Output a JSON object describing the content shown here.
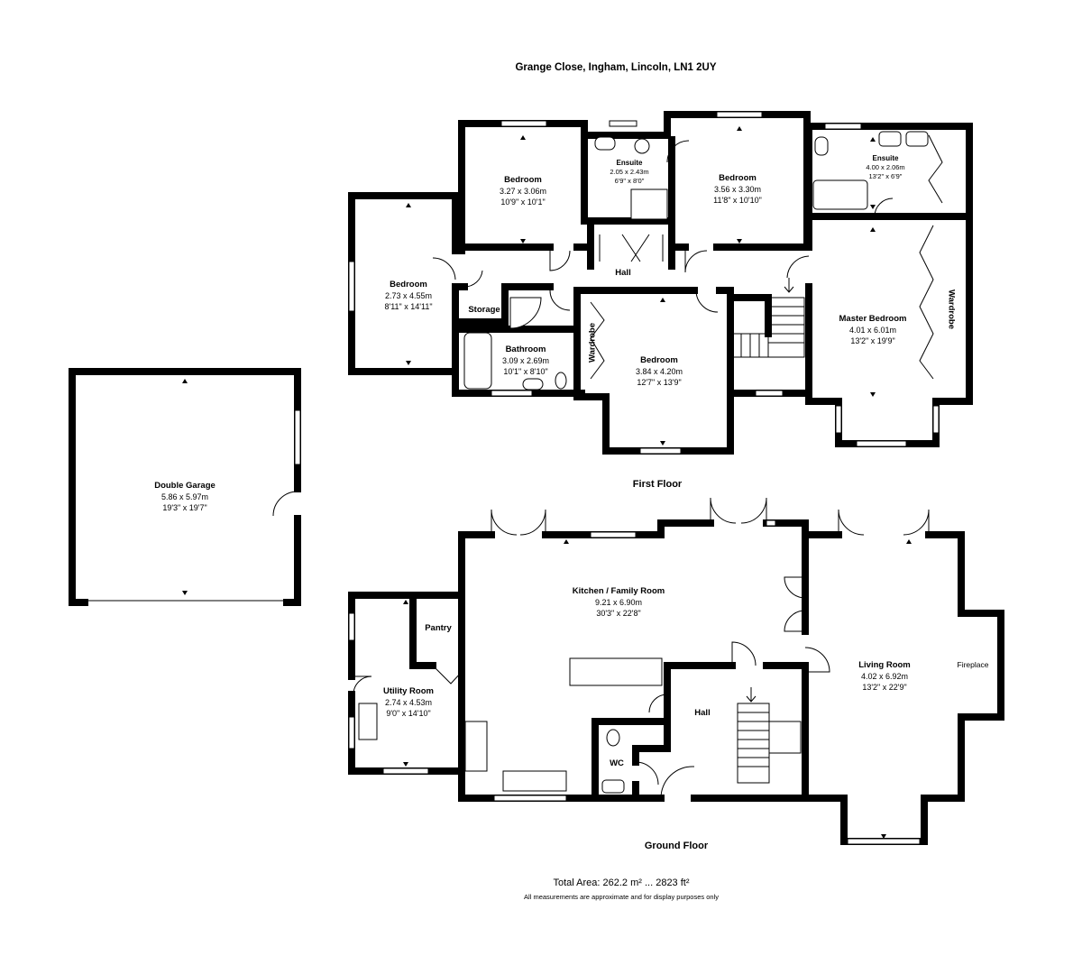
{
  "address": "Grange Close, Ingham, Lincoln, LN1 2UY",
  "floor_labels": {
    "first": "First Floor",
    "ground": "Ground Floor"
  },
  "rooms": {
    "bedroom_left": {
      "name": "Bedroom",
      "metric": "2.73 x 4.55m",
      "imperial": "8'11\" x 14'11\""
    },
    "bedroom_top": {
      "name": "Bedroom",
      "metric": "3.27 x 3.06m",
      "imperial": "10'9\" x 10'1\""
    },
    "ensuite_small": {
      "name": "Ensuite",
      "metric": "2.05 x 2.43m",
      "imperial": "6'9\" x 8'0\""
    },
    "bedroom_mid": {
      "name": "Bedroom",
      "metric": "3.56 x 3.30m",
      "imperial": "11'8\" x 10'10\""
    },
    "ensuite_master": {
      "name": "Ensuite",
      "metric": "4.00 x 2.06m",
      "imperial": "13'2\" x 6'9\""
    },
    "hall_first": {
      "name": "Hall"
    },
    "storage": {
      "name": "Storage"
    },
    "bathroom": {
      "name": "Bathroom",
      "metric": "3.09 x 2.69m",
      "imperial": "10'1\" x 8'10\""
    },
    "wardrobe_bed": {
      "name": "Wardrobe"
    },
    "bedroom_lower": {
      "name": "Bedroom",
      "metric": "3.84 x 4.20m",
      "imperial": "12'7\" x 13'9\""
    },
    "master_bedroom": {
      "name": "Master Bedroom",
      "metric": "4.01 x 6.01m",
      "imperial": "13'2\" x 19'9\""
    },
    "wardrobe_master": {
      "name": "Wardrobe"
    },
    "garage": {
      "name": "Double Garage",
      "metric": "5.86 x 5.97m",
      "imperial": "19'3\" x 19'7\""
    },
    "kitchen": {
      "name": "Kitchen / Family Room",
      "metric": "9.21 x 6.90m",
      "imperial": "30'3\" x 22'8\""
    },
    "pantry": {
      "name": "Pantry"
    },
    "utility": {
      "name": "Utility Room",
      "metric": "2.74 x 4.53m",
      "imperial": "9'0\" x 14'10\""
    },
    "hall_ground": {
      "name": "Hall"
    },
    "wc": {
      "name": "WC"
    },
    "living": {
      "name": "Living Room",
      "metric": "4.02 x 6.92m",
      "imperial": "13'2\" x 22'9\""
    },
    "fireplace": {
      "name": "Fireplace"
    }
  },
  "footer": {
    "total_area": "Total Area: 262.2 m² ... 2823 ft²",
    "disclaimer": "All measurements are approximate and for display purposes only"
  }
}
